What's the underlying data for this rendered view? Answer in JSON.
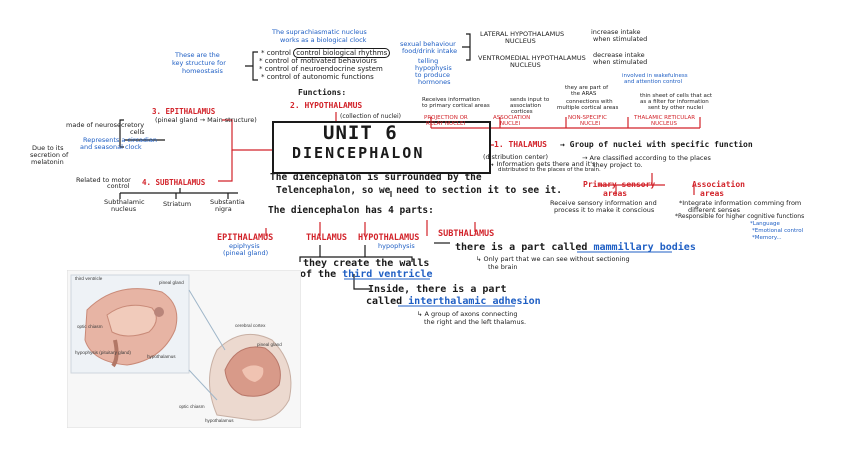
{
  "title": {
    "line1": "UNIT 6",
    "line2": "DIENCEPHALON"
  },
  "functions_label": "Functions:",
  "hypothalamus": {
    "label": "2. HYPOTHALAMUS",
    "sub": "(collection of nuclei)",
    "top_note": [
      "The suprachiasmatic nucleus",
      "works as a biological clock"
    ],
    "side_note": [
      "These are the",
      "key structure for",
      "homeostasis"
    ],
    "list": [
      "control biological rhythms",
      "control of motivated behaviours",
      "control of neuroendocrine system",
      "control of autonomic functions"
    ],
    "sexual_note": [
      "sexual behaviour",
      "food/drink intake"
    ],
    "telling_note": [
      "telling",
      "hypophysis",
      "to produce",
      "hormones"
    ],
    "lateral": [
      "LATERAL HYPOTHALAMUS",
      "NUCLEUS"
    ],
    "lateral_effect": [
      "increase intake",
      "when stimulated"
    ],
    "ventromedial": [
      "VENTROMEDIAL HYPOTHALAMUS",
      "NUCLEUS"
    ],
    "ventromedial_effect": [
      "decrease intake",
      "when stimulated"
    ]
  },
  "epithalamus": {
    "label": "3. EPITHALAMUS",
    "sub": "(pineal gland → Main structure)",
    "made": [
      "made of neurosecretory",
      "cells"
    ],
    "represents": [
      "Represents a circadian",
      "and seasonal clock"
    ],
    "due": [
      "Due to its",
      "secretion of",
      "melatonin"
    ]
  },
  "subthalamus": {
    "label": "4. SUBTHALAMUS",
    "related": [
      "Related to motor",
      "control"
    ],
    "parts": [
      [
        "Subthalamic",
        "nucleus"
      ],
      [
        "Striatum"
      ],
      [
        "Substantia",
        "nigra"
      ]
    ]
  },
  "thalamus": {
    "label": "1. THALAMUS",
    "arrow_text": "Group of nuclei with specific function",
    "sub": "(distribution center)",
    "info": [
      "Information gets there and it's",
      "distributed to the places of the brain."
    ],
    "classified": [
      "Are classified according to the places",
      "they project to."
    ],
    "receives": [
      "Receives information",
      "to primary cortical areas"
    ],
    "sends": [
      "sends input to",
      "association",
      "cortices"
    ],
    "areas": [
      "they are part of",
      "the ARAS"
    ],
    "connections": [
      "connections with",
      "multiple cortical areas"
    ],
    "involved": [
      "involved in wakefulness",
      "and attention control"
    ],
    "thin": [
      "thin sheet of cells that act",
      "as a filter for information",
      "sent by other nuclei"
    ],
    "types": [
      {
        "name": [
          "PROJECTION OR",
          "RELAY NUCLEI"
        ]
      },
      {
        "name": [
          "ASSOCIATION",
          "NUCLEI"
        ]
      },
      {
        "name": [
          "NON-SPECIFIC",
          "NUCLEI"
        ]
      },
      {
        "name": [
          "THALAMIC RETICULAR",
          "NUCLEUS"
        ]
      }
    ],
    "primary": {
      "title": [
        "Primary sensory",
        "areas"
      ],
      "desc": [
        "Receive sensory information and",
        "process it to make it conscious"
      ]
    },
    "association": {
      "title": [
        "Association",
        "areas"
      ],
      "desc": [
        "*Integrate information comming from",
        "different senses",
        "*Responsible for higher cognitive functions"
      ],
      "list": [
        "*Language",
        "*Emotional control",
        "*Memory..."
      ]
    }
  },
  "body": {
    "line1": "The diencephalon is surrounded by the",
    "line2": "Telencephalon, so we need to section it to see it.",
    "line3": "The diencephalon has 4 parts:",
    "parts": [
      "EPITHALAMUS",
      "THALAMUS",
      "HYPOTHALAMUS",
      "SUBTHALAMUS"
    ],
    "epi_sub": [
      "epiphysis",
      "(pineal gland)"
    ],
    "hypo_sub": "hypophysis",
    "walls1": "they create the walls",
    "walls2_pre": "of the",
    "walls2_link": "third ventricle",
    "mamm_pre": "there is a part called",
    "mamm_link": "mammillary bodies",
    "mamm_note": [
      "Only part that we can see without sectioning",
      "the brain"
    ],
    "inside1": "Inside, there is a part",
    "inside2_pre": "called",
    "inside2_link": "interthalamic adhesion",
    "inside_note": [
      "A group of axons connecting",
      "the right and the left thalamus."
    ]
  },
  "figure": {
    "labels": [
      "third ventricle",
      "pineal gland",
      "optic chiasm",
      "hypophysis (pituitary gland)",
      "hypothalamus",
      "cerebral cortex",
      "pineal gland",
      "optic chiasm",
      "hypothalamus"
    ]
  }
}
